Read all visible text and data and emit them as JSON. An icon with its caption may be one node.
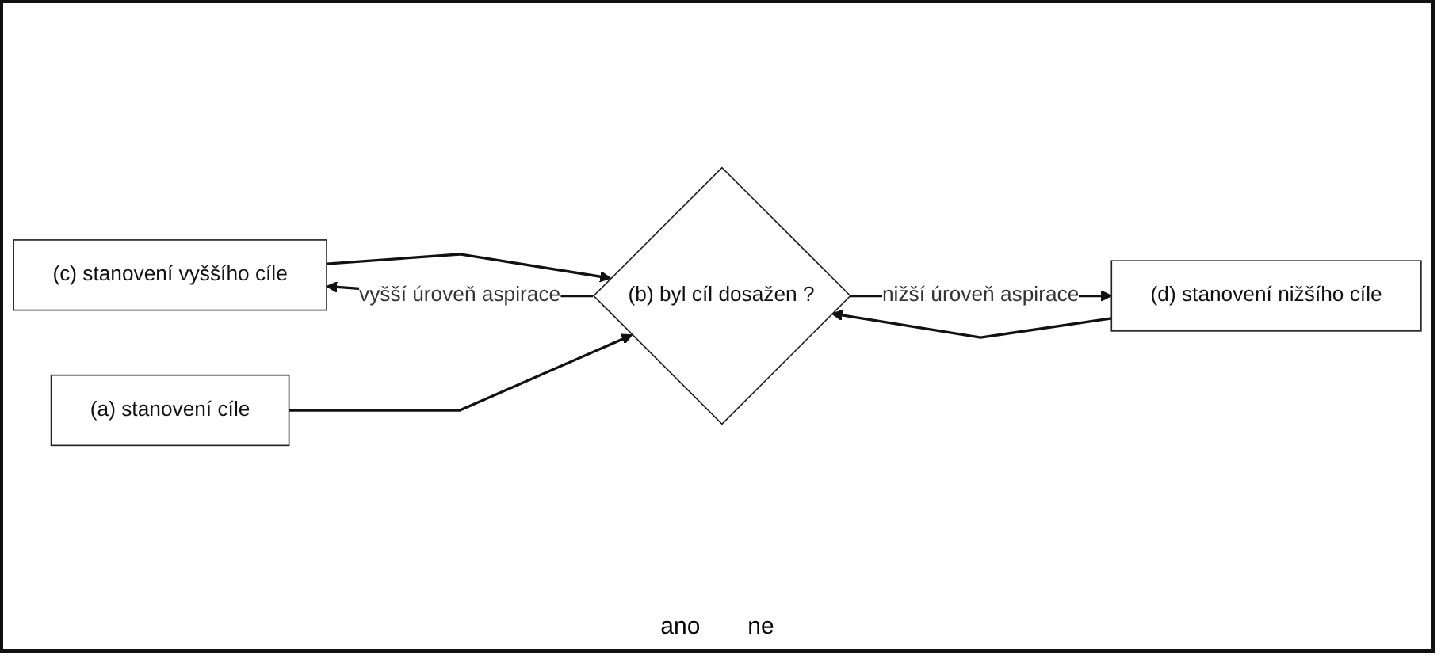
{
  "diagram": {
    "nodes": [
      {
        "text": [
          "(c) stanovení vyššího cíle"
        ]
      },
      {
        "text": [
          "(a) stanovení cíle"
        ]
      },
      {
        "text": [
          "(b) byl cíl dosažen ?"
        ]
      },
      {
        "text": [
          "(d) stanovení nižšího cíle"
        ]
      }
    ],
    "edges": [
      {
        "from": 0,
        "to": 2,
        "arrow": "to"
      },
      {
        "from": 1,
        "to": 2,
        "arrow": "to"
      },
      {
        "from": 3,
        "to": 2,
        "arrow": "to"
      },
      {
        "from": 2,
        "to": 0,
        "arrow": "to",
        "label": "vyšší úroveň aspirace"
      },
      {
        "from": 2,
        "to": 3,
        "arrow": "to",
        "label": "nižší úroveň aspirace"
      }
    ],
    "labels": [
      "ano",
      "ne"
    ]
  }
}
